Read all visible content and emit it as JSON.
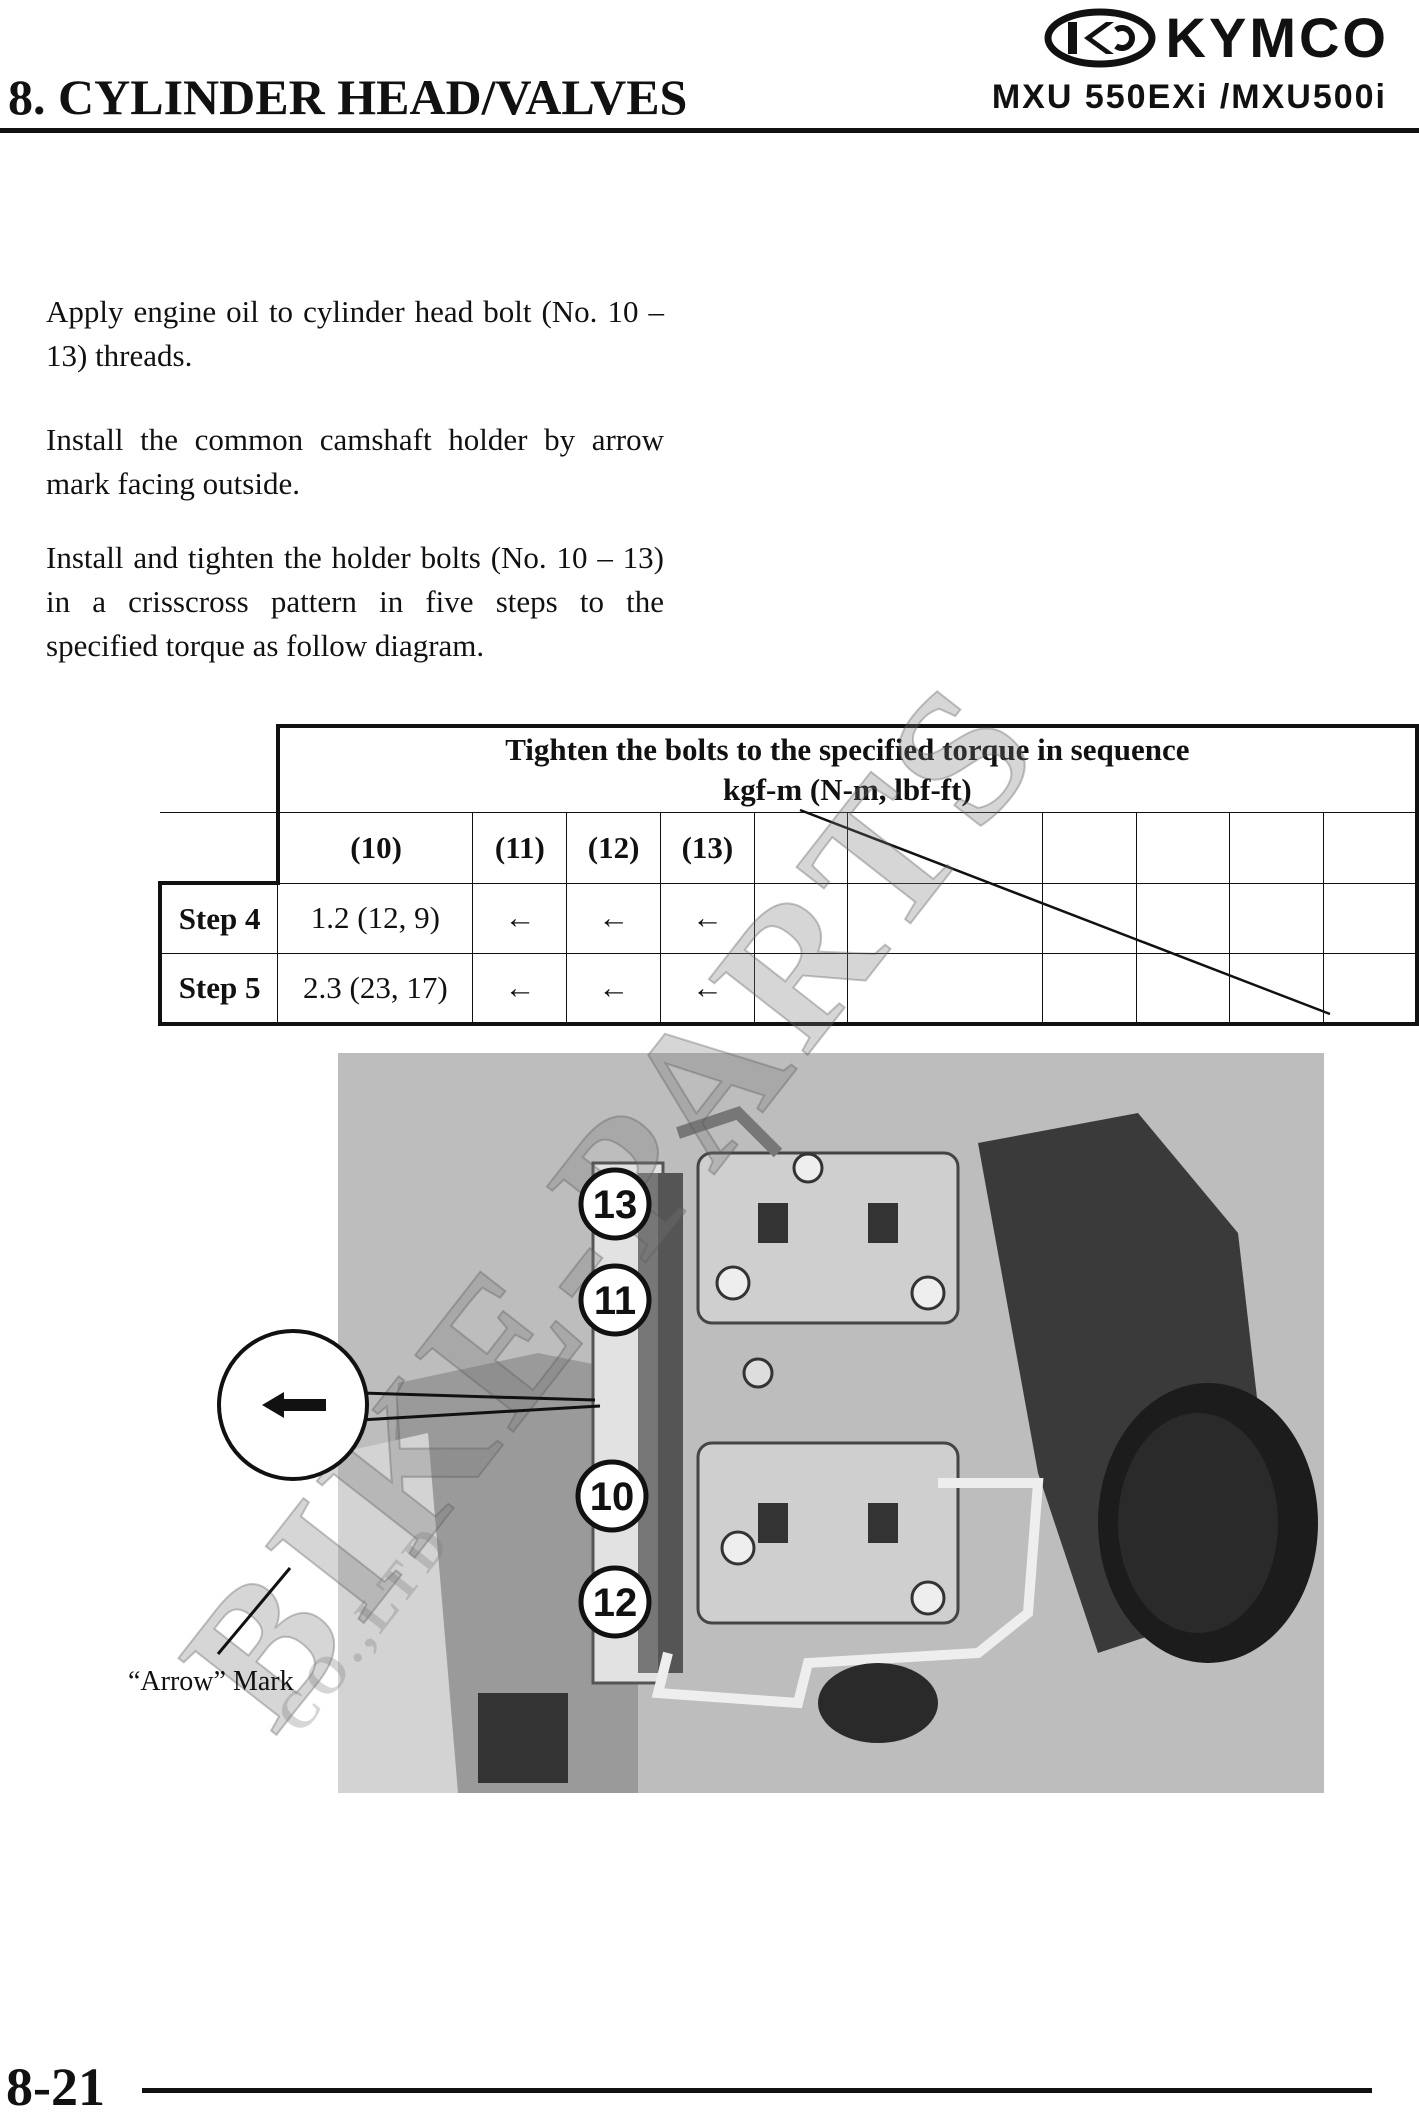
{
  "header": {
    "brand": "KYMCO",
    "section_title": "8. CYLINDER HEAD/VALVES",
    "model": "MXU 550EXi /MXU500i"
  },
  "body": {
    "paragraphs": [
      "Apply engine oil to cylinder head bolt (No. 10 – 13) threads.",
      "Install the common camshaft holder by arrow mark facing outside.",
      "Install and tighten the holder bolts (No. 10 – 13) in a crisscross pattern in five steps to the specified torque as follow diagram."
    ]
  },
  "torque_table": {
    "title": "Tighten the bolts to the specified torque in sequence",
    "unit": "kgf-m (N-m, lbf-ft)",
    "columns": [
      "(10)",
      "(11)",
      "(12)",
      "(13)"
    ],
    "rows": [
      {
        "label": "Step 4",
        "cells": [
          "1.2 (12, 9)",
          "←",
          "←",
          "←"
        ]
      },
      {
        "label": "Step 5",
        "cells": [
          "2.3 (23, 17)",
          "←",
          "←",
          "←"
        ]
      }
    ]
  },
  "figure": {
    "bolt_labels": [
      "13",
      "11",
      "10",
      "12"
    ],
    "caption": "“Arrow” Mark"
  },
  "watermark": {
    "text": "BIKE-PARTS",
    "subtext": "CO.,LTD"
  },
  "footer": {
    "page_number": "8-21"
  }
}
